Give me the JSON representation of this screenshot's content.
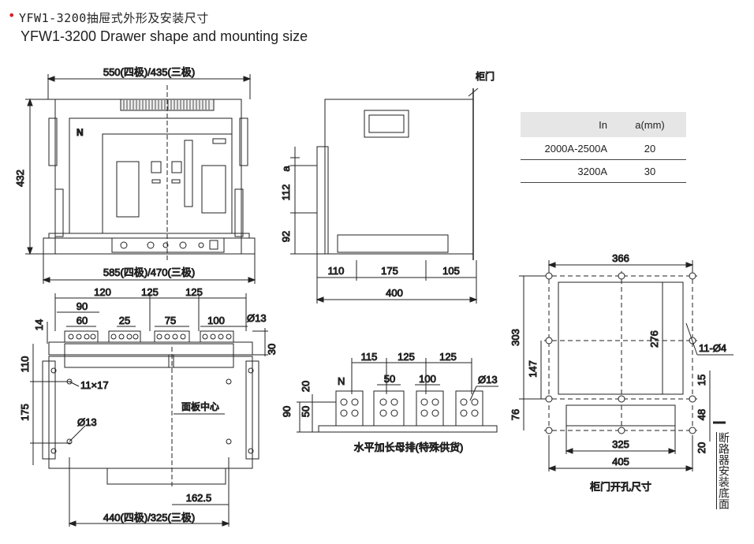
{
  "header": {
    "title_cn": "YFW1-3200抽屉式外形及安装尺寸",
    "title_en": "YFW1-3200 Drawer shape and mounting size"
  },
  "front_view": {
    "width_label": "550(四极)/435(三极)",
    "height_label": "432",
    "base_width_label": "585(四极)/470(三极)",
    "n_label": "N"
  },
  "side_view": {
    "door_label": "柜门",
    "a_label": "a",
    "d112": "112",
    "d92": "92",
    "d110": "110",
    "d175": "175",
    "d105": "105",
    "d400": "400"
  },
  "spec_table": {
    "headers": [
      "In",
      "a(mm)"
    ],
    "rows": [
      [
        "2000A-2500A",
        "20"
      ],
      [
        "3200A",
        "30"
      ]
    ]
  },
  "bottom_view": {
    "d120": "120",
    "d125a": "125",
    "d125b": "125",
    "d90": "90",
    "d60": "60",
    "d25": "25",
    "d75": "75",
    "d100": "100",
    "d13_top": "Ø13",
    "d14": "14",
    "d30": "30",
    "d110": "110",
    "d11x17": "11×17",
    "d175": "175",
    "d13_hole": "Ø13",
    "panel_center": "面板中心",
    "d162_5": "162.5",
    "width_label": "440(四极)/325(三极)"
  },
  "busbar_view": {
    "d115": "115",
    "d125a": "125",
    "d125b": "125",
    "n_label": "N",
    "d50": "50",
    "d100": "100",
    "d13": "Ø13",
    "d20": "20",
    "d90": "90",
    "d50v": "50",
    "caption": "水平加长母排(特殊供货)"
  },
  "door_cutout": {
    "d366": "366",
    "d303": "303",
    "d147": "147",
    "d276": "276",
    "d11x4": "11-Ø4",
    "d15": "15",
    "d76": "76",
    "d48": "48",
    "d325": "325",
    "d405": "405",
    "d20": "20",
    "caption": "柜门开孔尺寸",
    "side_note": "断路器安装底面"
  }
}
